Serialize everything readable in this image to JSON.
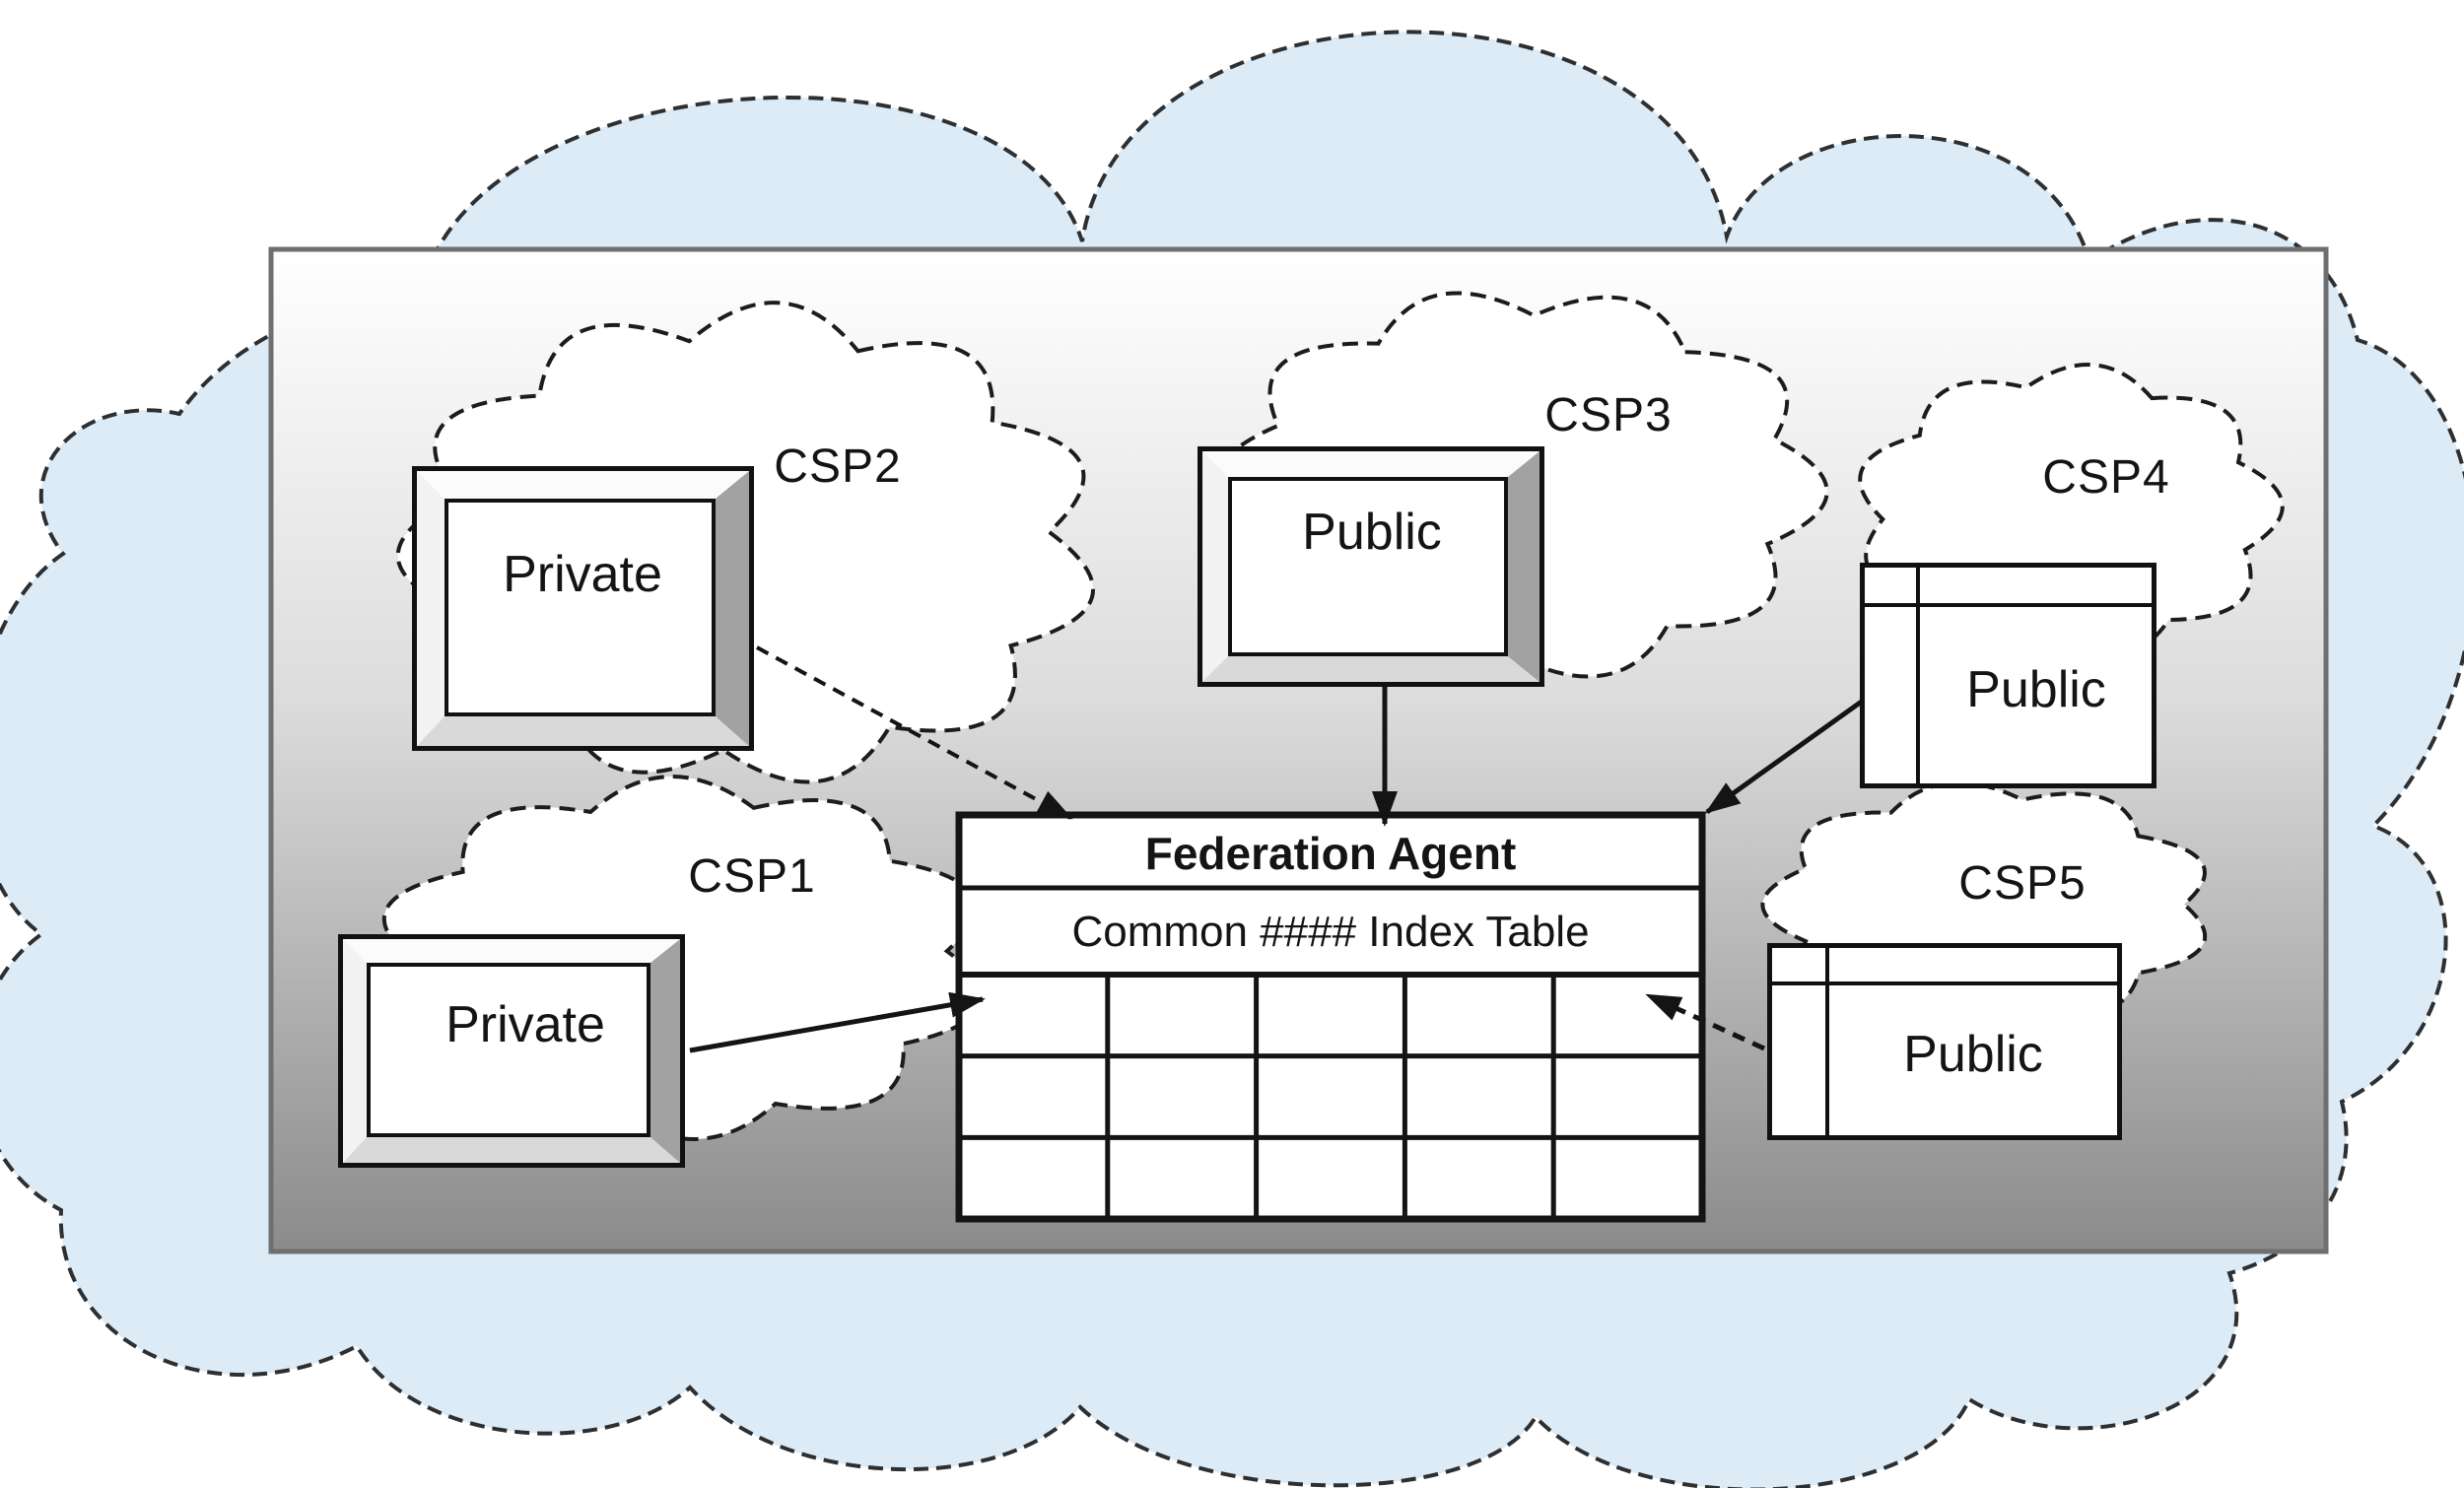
{
  "clouds": [
    {
      "id": "csp1",
      "label": "CSP1"
    },
    {
      "id": "csp2",
      "label": "CSP2"
    },
    {
      "id": "csp3",
      "label": "CSP3"
    },
    {
      "id": "csp4",
      "label": "CSP4"
    },
    {
      "id": "csp5",
      "label": "CSP5"
    }
  ],
  "boxes": [
    {
      "cloud": "CSP1",
      "label": "Private",
      "style": "beveled"
    },
    {
      "cloud": "CSP2",
      "label": "Private",
      "style": "beveled"
    },
    {
      "cloud": "CSP3",
      "label": "Public",
      "style": "beveled"
    },
    {
      "cloud": "CSP4",
      "label": "Public",
      "style": "window"
    },
    {
      "cloud": "CSP5",
      "label": "Public",
      "style": "window"
    }
  ],
  "federation_agent": {
    "title": "Federation Agent",
    "subtitle": "Common #### Index Table",
    "grid": {
      "rows": 3,
      "cols": 5
    }
  },
  "colors": {
    "background_cloud": "#dcebf6",
    "cloud_outline": "#2d2f31",
    "panel_gradient_top": "#ffffff",
    "panel_gradient_bottom": "#8b8b8b",
    "line": "#141414"
  }
}
